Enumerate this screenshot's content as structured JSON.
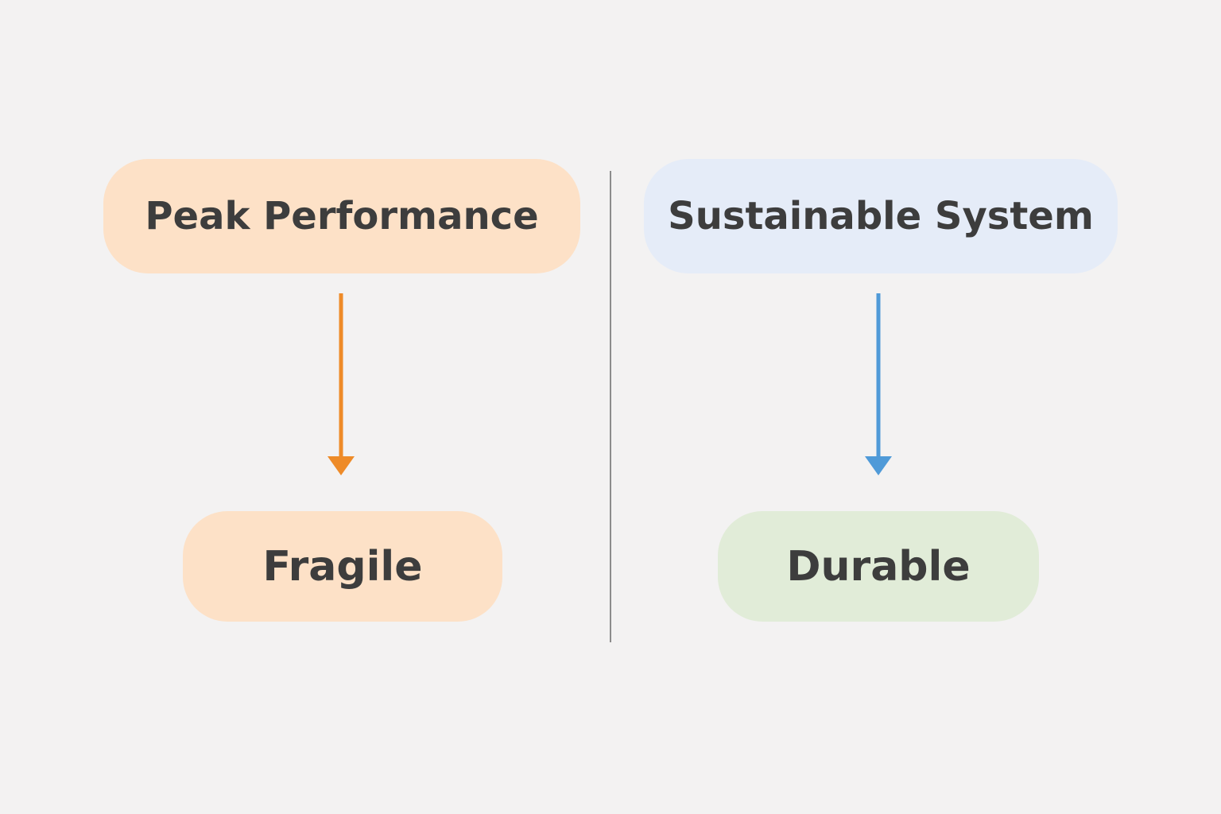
{
  "colors": {
    "background": "#f3f2f2",
    "peak_fill": "#fde1c7",
    "fragile_fill": "#fde1c7",
    "sustainable_fill": "#e5ecf8",
    "durable_fill": "#e1ecd8",
    "text": "#3d3d3d",
    "left_arrow": "#ee8b28",
    "right_arrow": "#4f9ad8",
    "divider": "#8c8c8c"
  },
  "left": {
    "top_label": "Peak Performance",
    "bottom_label": "Fragile"
  },
  "right": {
    "top_label": "Sustainable System",
    "bottom_label": "Durable"
  }
}
